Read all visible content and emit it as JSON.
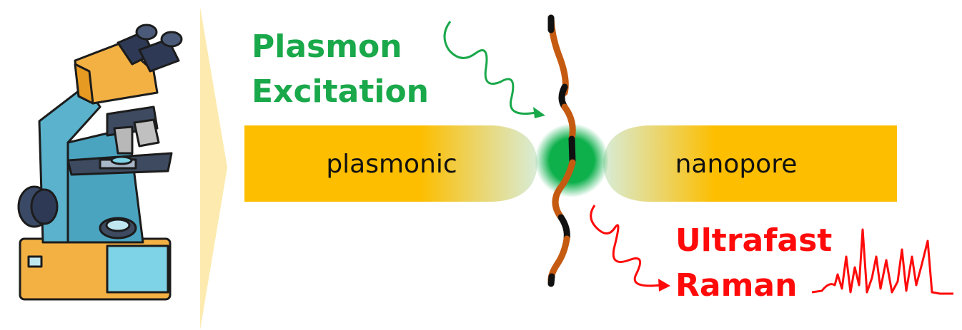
{
  "labels": {
    "left_bar": "plasmonic",
    "right_bar": "nanopore",
    "excitation_line1": "Plasmon",
    "excitation_line2": "Excitation",
    "raman_line1": "Ultrafast",
    "raman_line2": "Raman"
  },
  "colors": {
    "gold": "#fdbe00",
    "green": "#19a84a",
    "glow": "#0db04b",
    "red": "#ff0a0a",
    "strand": "#c55a11",
    "wedge": "#fdeaae"
  }
}
